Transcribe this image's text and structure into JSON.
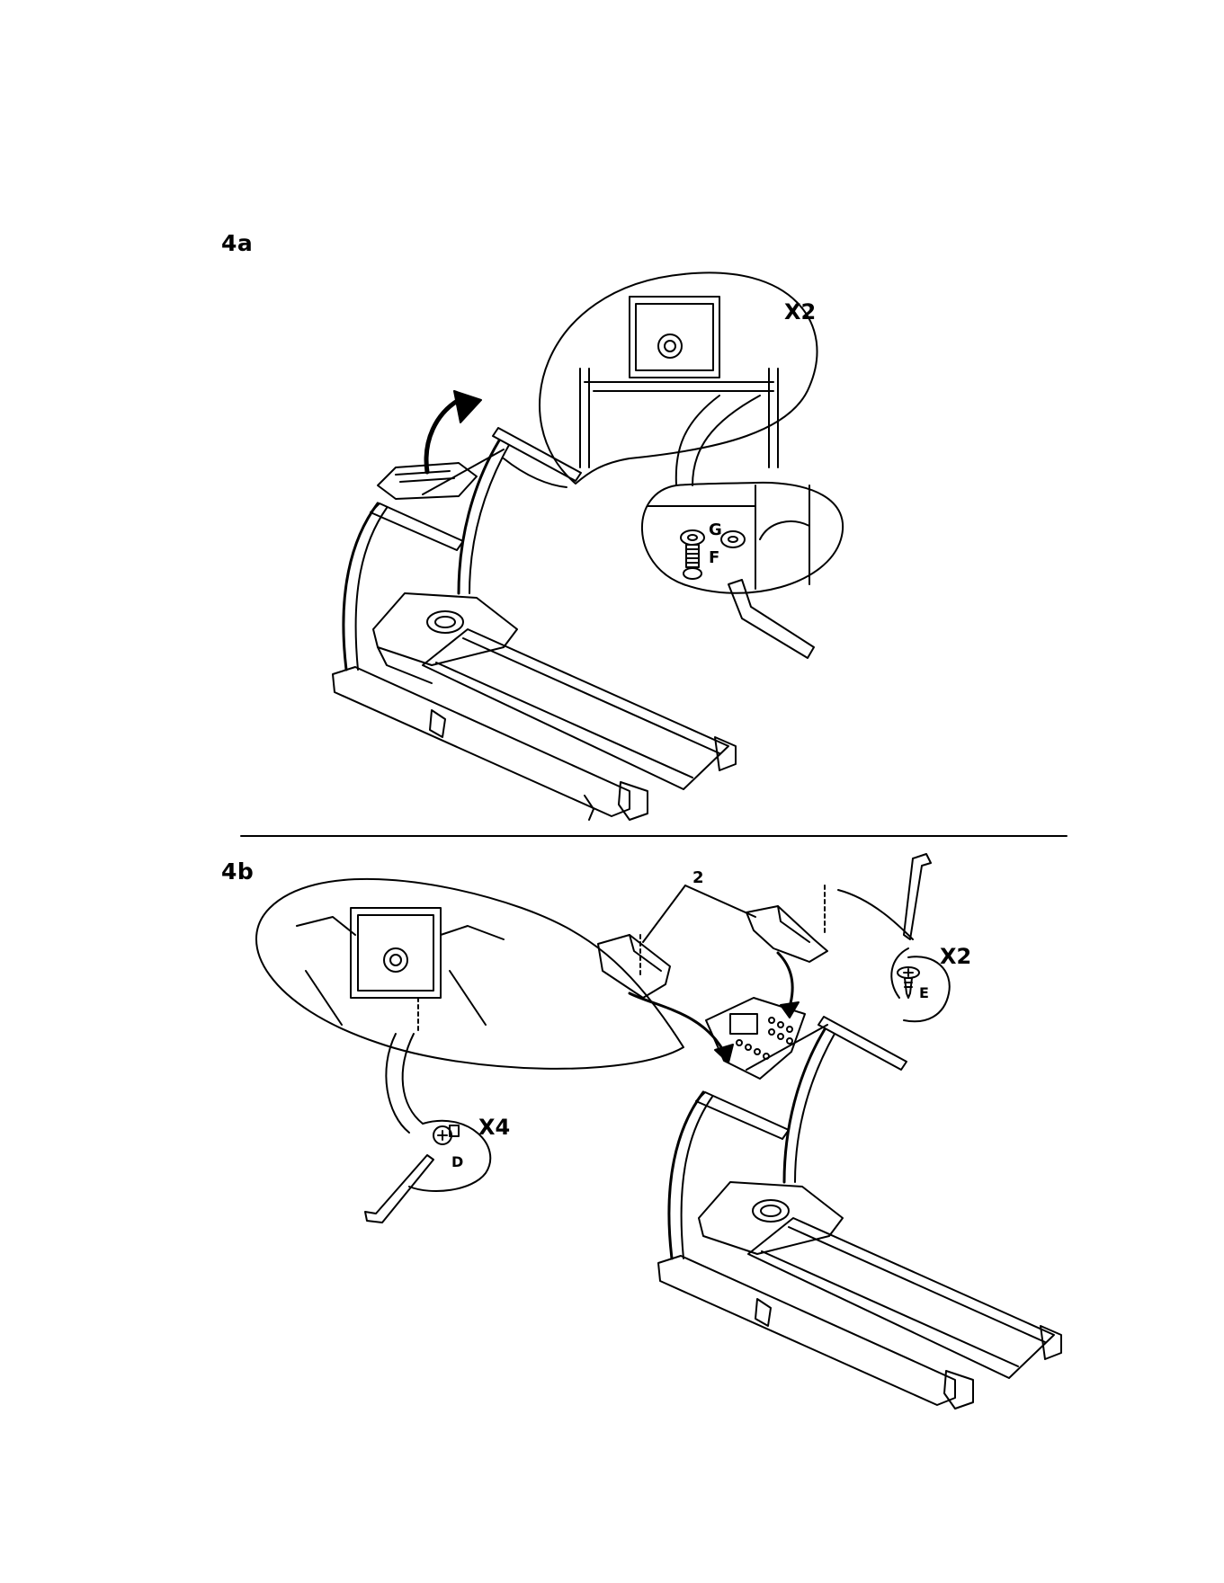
{
  "step_a": {
    "label": "4a",
    "detail_multiplier": "X2",
    "part_labels": [
      "G",
      "F"
    ]
  },
  "step_b": {
    "label": "4b",
    "part_number": "2",
    "right_multiplier": "X2",
    "right_part": "E",
    "left_multiplier": "X4",
    "left_part": "D"
  },
  "icons": [
    "allen-key-icon",
    "screw-icon",
    "bolt-icon",
    "washer-icon",
    "rotate-arrow-icon"
  ]
}
